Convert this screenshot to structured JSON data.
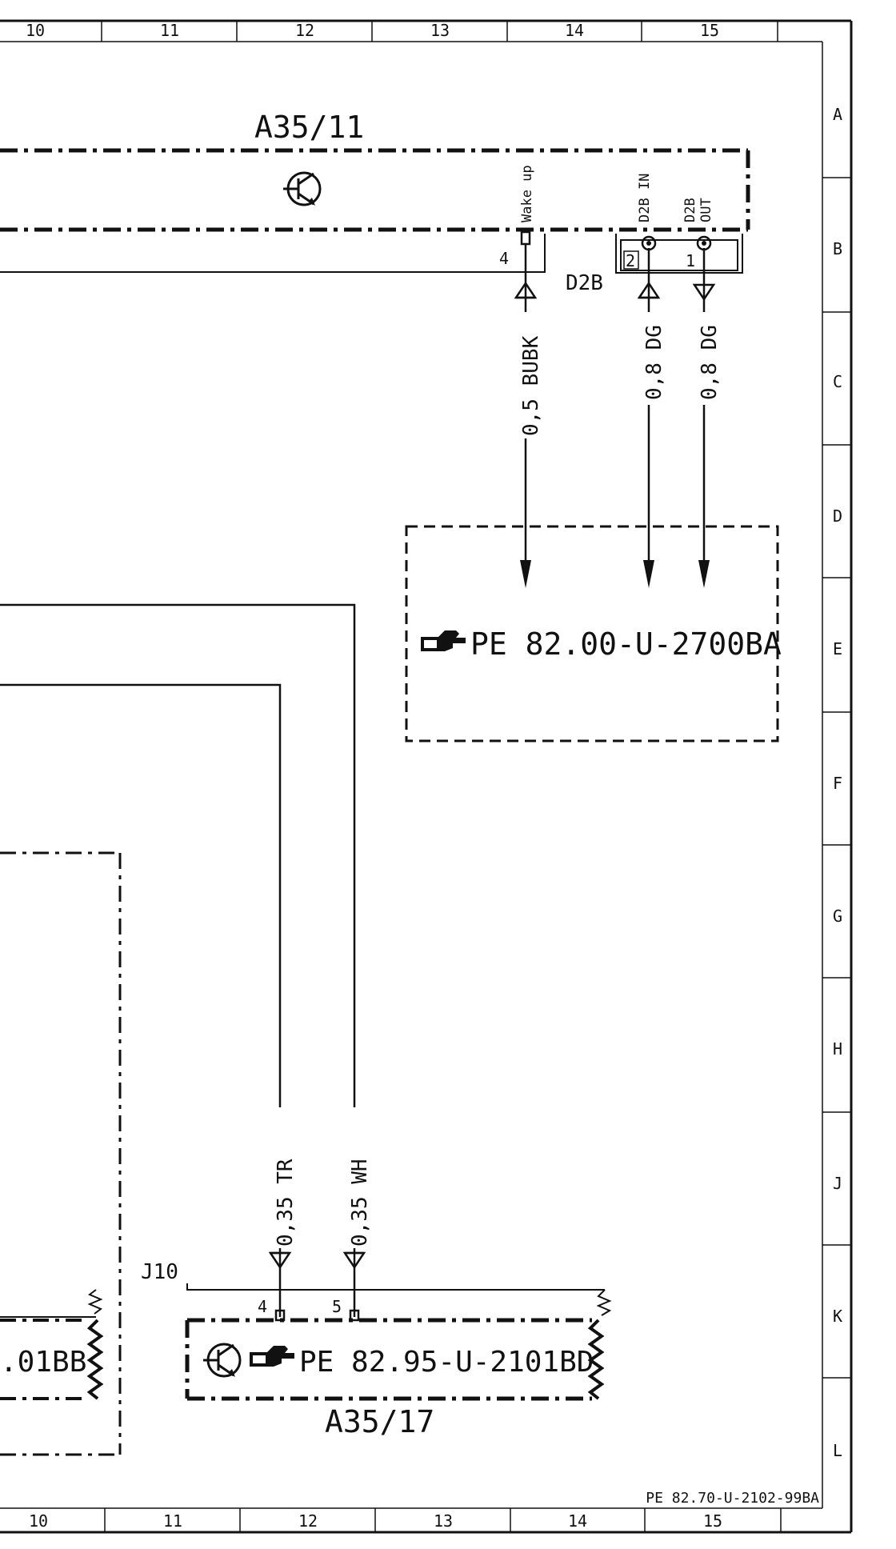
{
  "grid": {
    "columns": [
      "10",
      "11",
      "12",
      "13",
      "14",
      "15"
    ],
    "rows": [
      "A",
      "B",
      "C",
      "D",
      "E",
      "F",
      "G",
      "H",
      "J",
      "K",
      "L"
    ]
  },
  "modules": {
    "a35_11": {
      "label": "A35/11",
      "wake_up_label": "Wake up",
      "d2b_in_label": "D2B IN",
      "d2b_out_label_1": "D2B",
      "d2b_out_label_2": "OUT"
    },
    "a35_17": {
      "label": "A35/17",
      "ref": "PE 82.95-U-2101BD"
    },
    "left_module": {
      "ref_fragment": ".01BB"
    },
    "ref_box": {
      "ref": "PE 82.00-U-2700BA"
    }
  },
  "connectors": {
    "d2b": {
      "label": "D2B",
      "pin_in": "2",
      "pin_out": "1"
    },
    "a35_11_pin": "4",
    "j10": {
      "label": "J10",
      "pin_a": "4",
      "pin_b": "5"
    }
  },
  "wires": {
    "wake": "0,5 BUBK",
    "d2b_in": "0,8 DG",
    "d2b_out": "0,8 DG",
    "tr": "0,35 TR",
    "wh": "0,35 WH"
  },
  "footer": {
    "doc_ref": "PE 82.70-U-2102-99BA"
  },
  "colors": {
    "ink": "#111111",
    "paper": "#ffffff"
  }
}
